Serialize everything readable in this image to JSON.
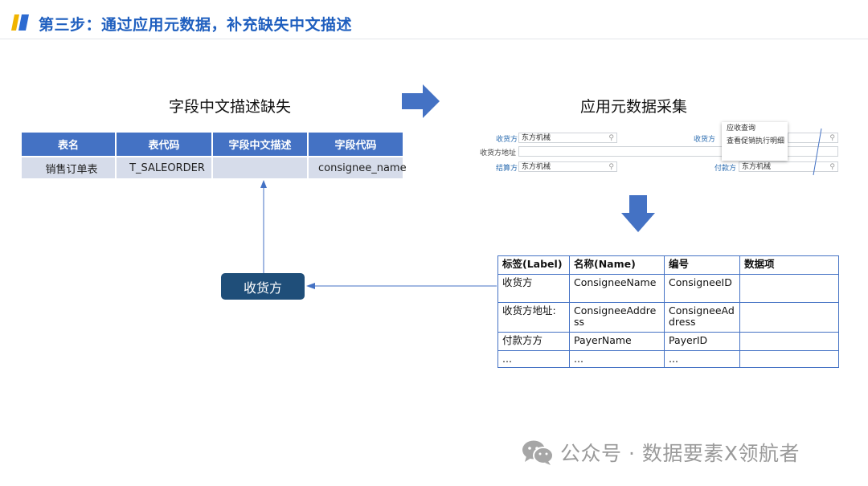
{
  "header": {
    "title": "第三步：通过应用元数据，补充缺失中文描述"
  },
  "left": {
    "title": "字段中文描述缺失",
    "table": {
      "headers": [
        "表名",
        "表代码",
        "字段中文描述",
        "字段代码"
      ],
      "rows": [
        [
          "销售订单表",
          "T_SALEORDER",
          "",
          "consignee_name"
        ]
      ]
    }
  },
  "right": {
    "title": "应用元数据采集",
    "form": {
      "consignee_label": "收货方",
      "consignee_value": "东方机械",
      "consignee_partial_label": "收货方",
      "address_label": "收货方地址",
      "settle_label": "结算方",
      "settle_value": "东方机械",
      "payer_label": "付款方",
      "payer_value": "东方机械",
      "menu": [
        "应收查询",
        "查看促销执行明细"
      ]
    },
    "table": {
      "headers": [
        "标签(Label)",
        "名称(Name)",
        "编号",
        "数据项"
      ],
      "rows": [
        [
          "收货方",
          "ConsigneeName",
          "ConsigneeID",
          ""
        ],
        [
          "收货方地址:",
          "ConsigneeAddress",
          "ConsigneeAddress",
          ""
        ],
        [
          "付款方方",
          "PayerName",
          "PayerID",
          ""
        ],
        [
          "...",
          "...",
          "...",
          ""
        ]
      ]
    }
  },
  "consignee_box": {
    "label": "收货方"
  },
  "watermark": {
    "text": "公众号 · 数据要素X领航者"
  },
  "colors": {
    "accent": "#4472c4",
    "title": "#1f5fbf",
    "box": "#1f4e79",
    "cell": "#d6dcea"
  }
}
